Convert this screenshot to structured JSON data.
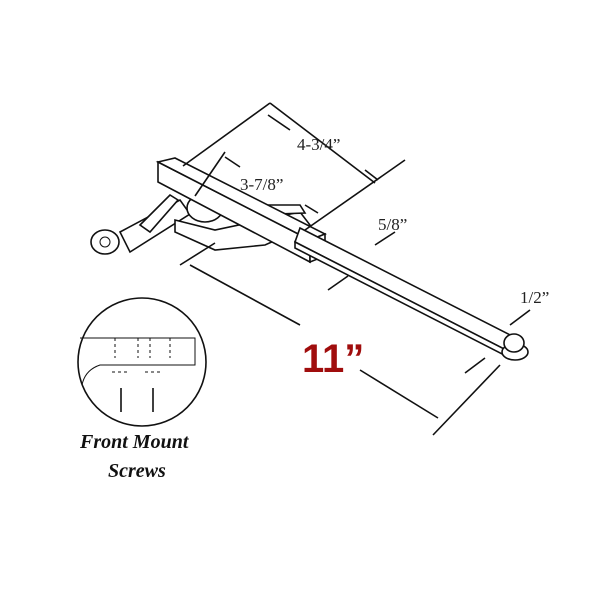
{
  "dimensions": {
    "overall_width": "4-3/4”",
    "inner_width": "3-7/8”",
    "arm_width": "5/8”",
    "roller_size": "1/2”",
    "arm_length": "11”"
  },
  "colors": {
    "arm_length": "#a00d0d",
    "lines": "#111111"
  },
  "inset": {
    "caption_line1": "Front Mount",
    "caption_line2": "Screws"
  }
}
